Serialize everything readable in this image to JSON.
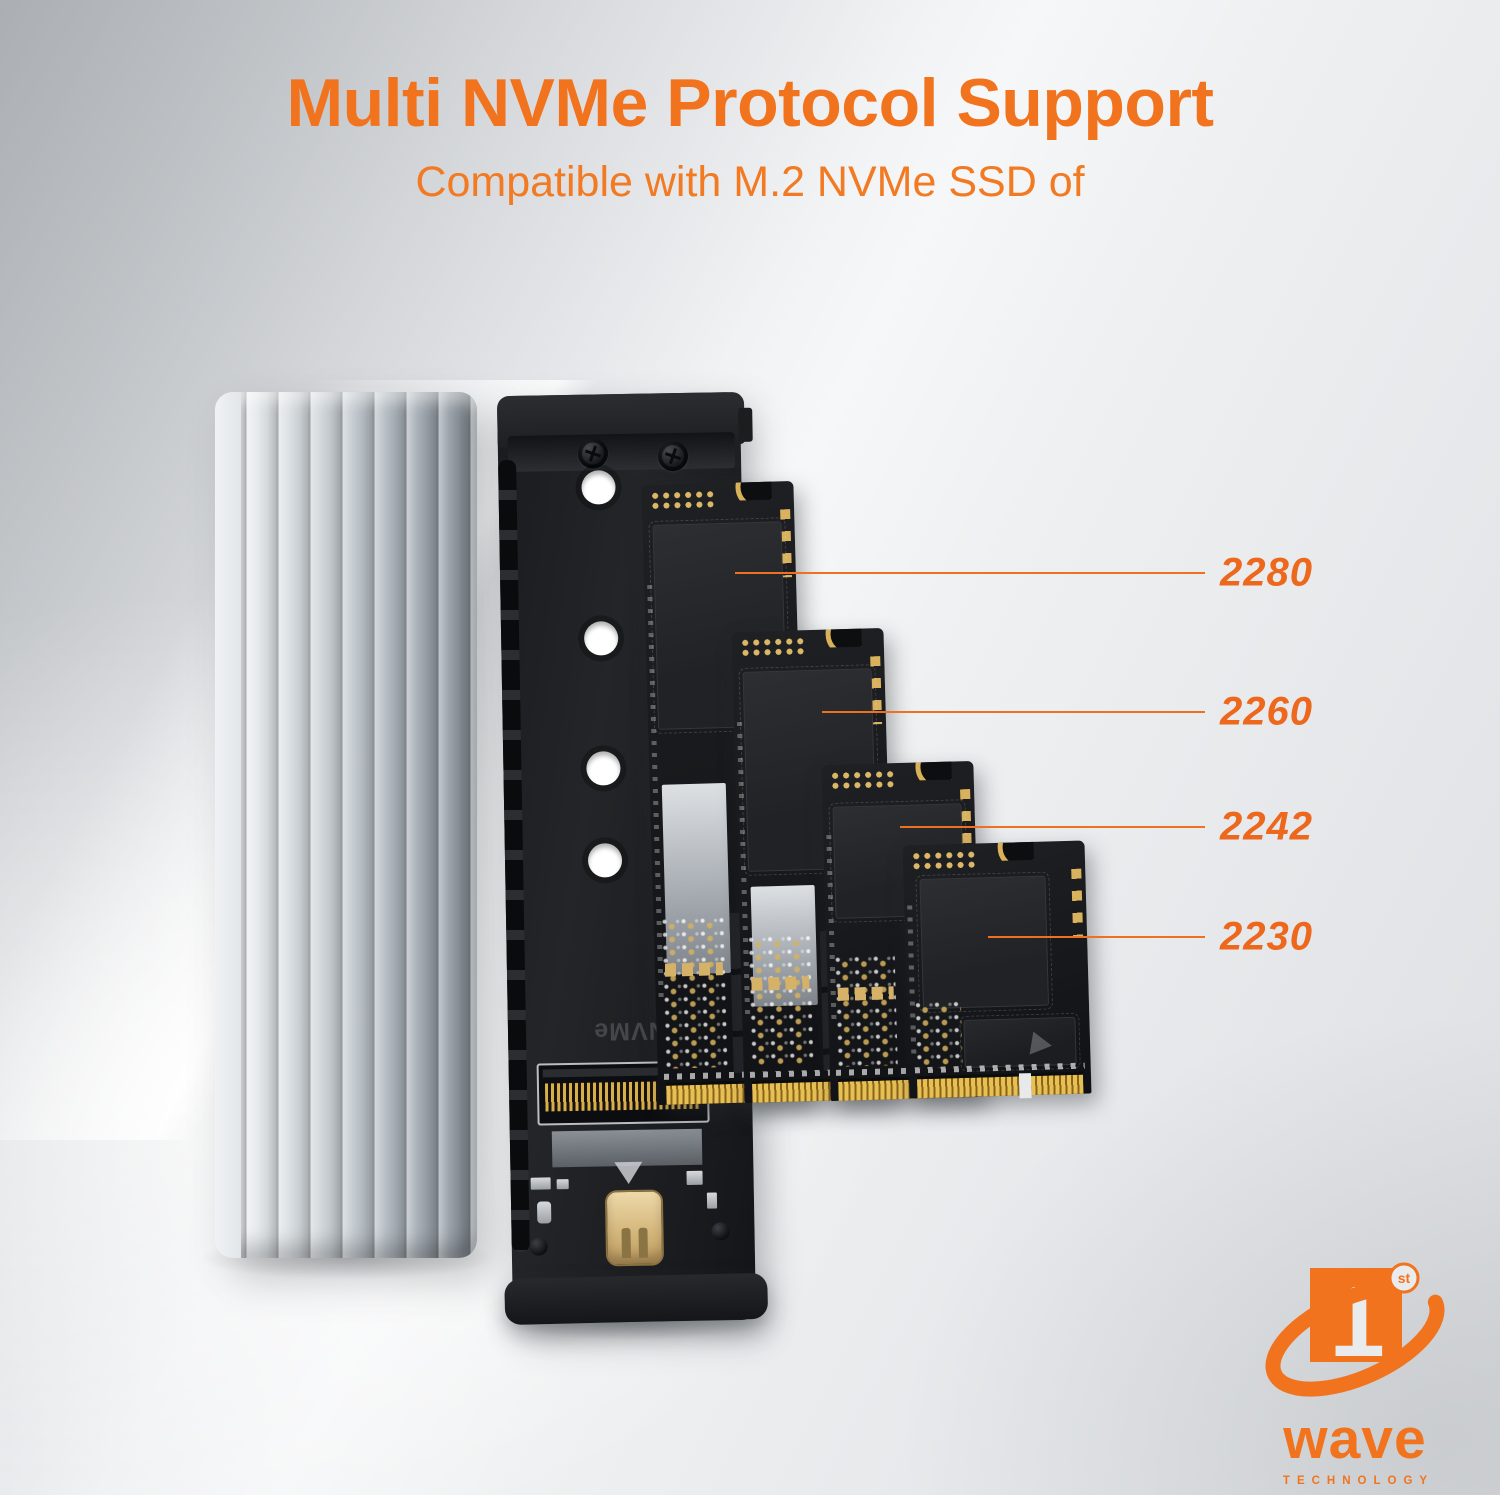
{
  "header": {
    "title": "Multi NVMe Protocol Support",
    "subtitle": "Compatible with M.2 NVMe SSD of"
  },
  "callouts": {
    "items": [
      {
        "label": "2280"
      },
      {
        "label": "2260"
      },
      {
        "label": "2242"
      },
      {
        "label": "2230"
      }
    ]
  },
  "device": {
    "slot_print": "NVMe"
  },
  "logo": {
    "numeral": "1",
    "ordinal": "st",
    "name": "wave",
    "tagline": "TECHNOLOGY"
  },
  "colors": {
    "accent_orange": "#F2731E",
    "callout_orange": "#ED671C",
    "background_gray": "#E8EAEC"
  }
}
